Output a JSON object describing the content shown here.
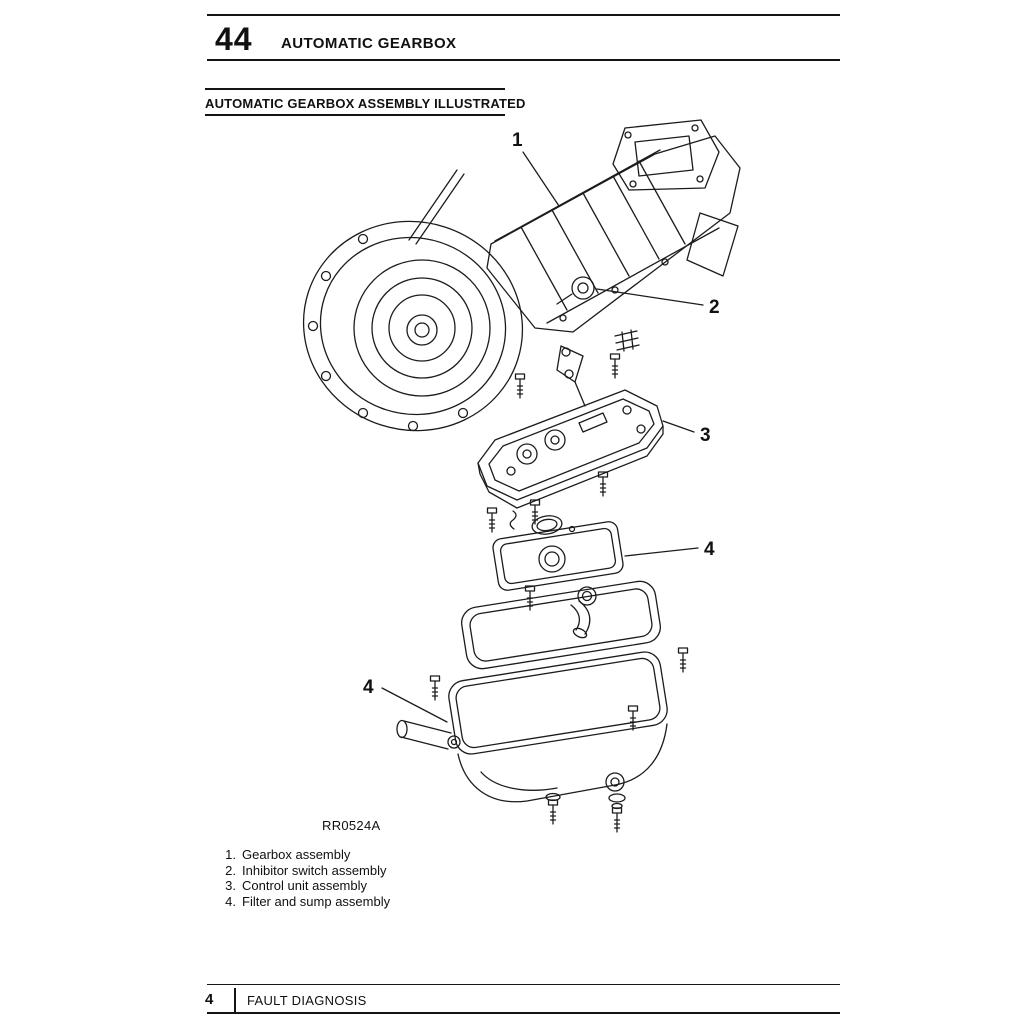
{
  "header": {
    "section_number": "44",
    "title": "AUTOMATIC GEARBOX"
  },
  "section_heading": "AUTOMATIC GEARBOX ASSEMBLY ILLUSTRATED",
  "figure": {
    "reference": "RR0524A",
    "callouts": [
      {
        "label": "1"
      },
      {
        "label": "2"
      },
      {
        "label": "3"
      },
      {
        "label": "4"
      },
      {
        "label": "4"
      }
    ]
  },
  "parts_list": {
    "items": [
      {
        "number": "1.",
        "label": "Gearbox assembly"
      },
      {
        "number": "2.",
        "label": "Inhibitor switch assembly"
      },
      {
        "number": "3.",
        "label": "Control unit assembly"
      },
      {
        "number": "4.",
        "label": "Filter and sump assembly"
      }
    ]
  },
  "footer": {
    "page_number": "4",
    "title": "FAULT DIAGNOSIS"
  }
}
